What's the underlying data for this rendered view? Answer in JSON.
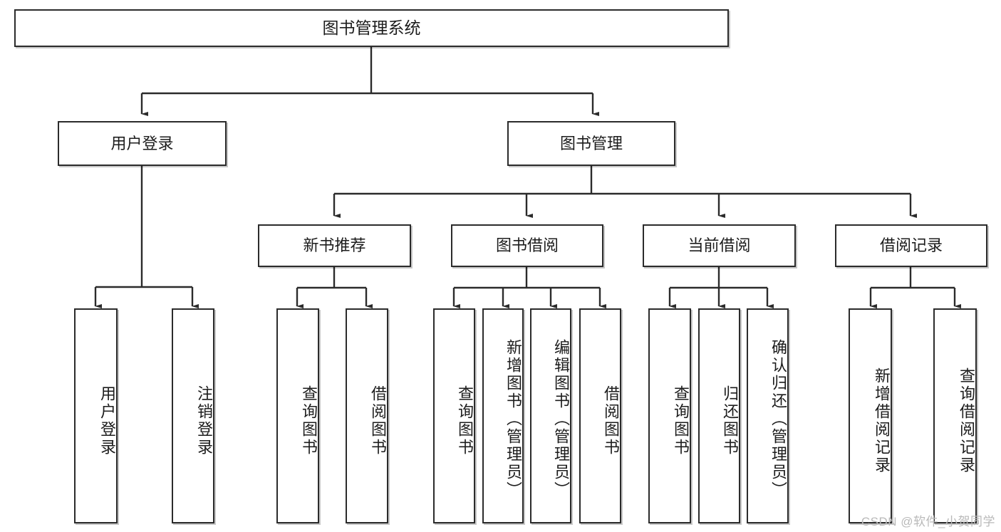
{
  "diagram": {
    "title": "图书管理系统",
    "type": "tree",
    "root": {
      "label": "图书管理系统"
    },
    "level2": [
      {
        "label": "用户登录"
      },
      {
        "label": "图书管理"
      }
    ],
    "level3": [
      {
        "label": "新书推荐"
      },
      {
        "label": "图书借阅"
      },
      {
        "label": "当前借阅"
      },
      {
        "label": "借阅记录"
      }
    ],
    "leaves": {
      "user_login": [
        {
          "label": "用户登录"
        },
        {
          "label": "注销登录"
        }
      ],
      "new_book_recommend": [
        {
          "label": "查询图书"
        },
        {
          "label": "借阅图书"
        }
      ],
      "book_borrow": [
        {
          "label": "查询图书"
        },
        {
          "label": "新增图书（管理员）"
        },
        {
          "label": "编辑图书（管理员）"
        },
        {
          "label": "借阅图书"
        }
      ],
      "current_borrow": [
        {
          "label": "查询图书"
        },
        {
          "label": "归还图书"
        },
        {
          "label": "确认归还（管理员）"
        }
      ],
      "borrow_record": [
        {
          "label": "新增借阅记录"
        },
        {
          "label": "查询借阅记录"
        }
      ]
    }
  },
  "watermark": {
    "text": "CSDN @软件_小贺同学"
  },
  "colors": {
    "border": "#2b2b2b",
    "background": "#ffffff",
    "text": "#1c1c1c",
    "watermark": "#b9b9b9"
  }
}
